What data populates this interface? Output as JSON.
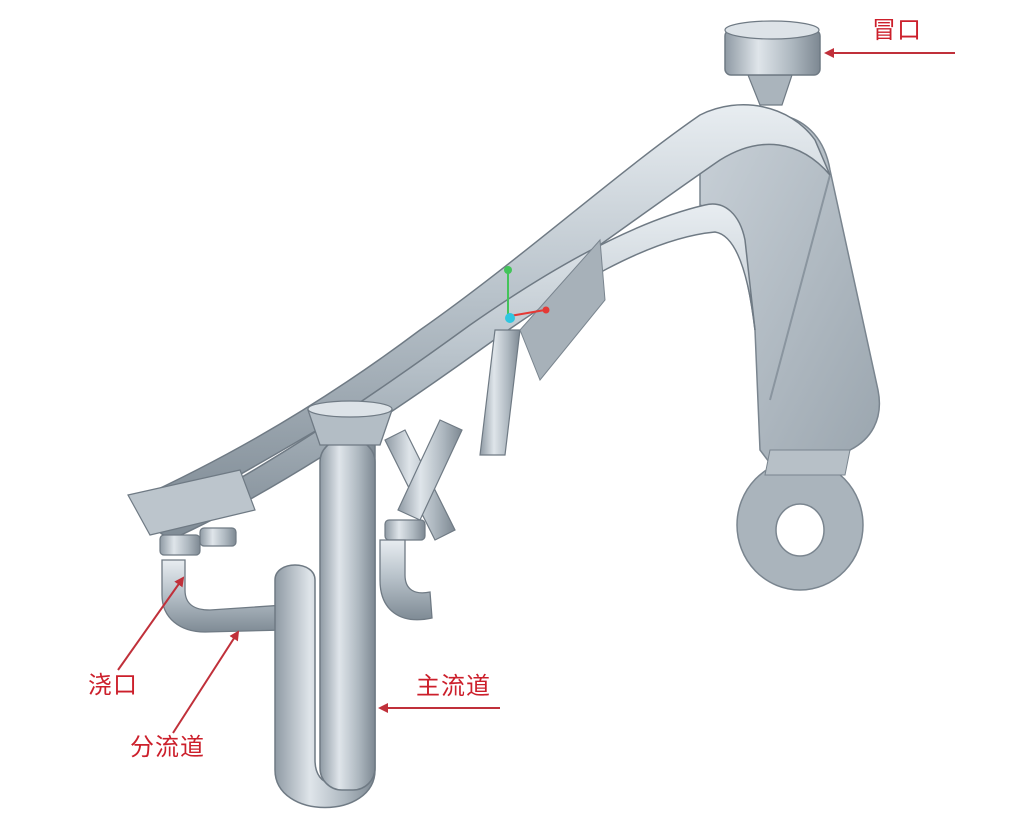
{
  "labels": {
    "riser": "冒口",
    "gate": "浇口",
    "runner": "分流道",
    "sprue": "主流道"
  },
  "colors": {
    "label": "#cc1f2b",
    "arrow": "#c0303a",
    "part_fill": "#b4bec6",
    "part_shade": "#8d99a3",
    "part_highlight": "#e6ecf0",
    "axis_x": "#e53935",
    "axis_y": "#43c45a",
    "axis_origin": "#2fc6e0"
  },
  "icons": {
    "triad": "coordinate-triad-icon"
  }
}
